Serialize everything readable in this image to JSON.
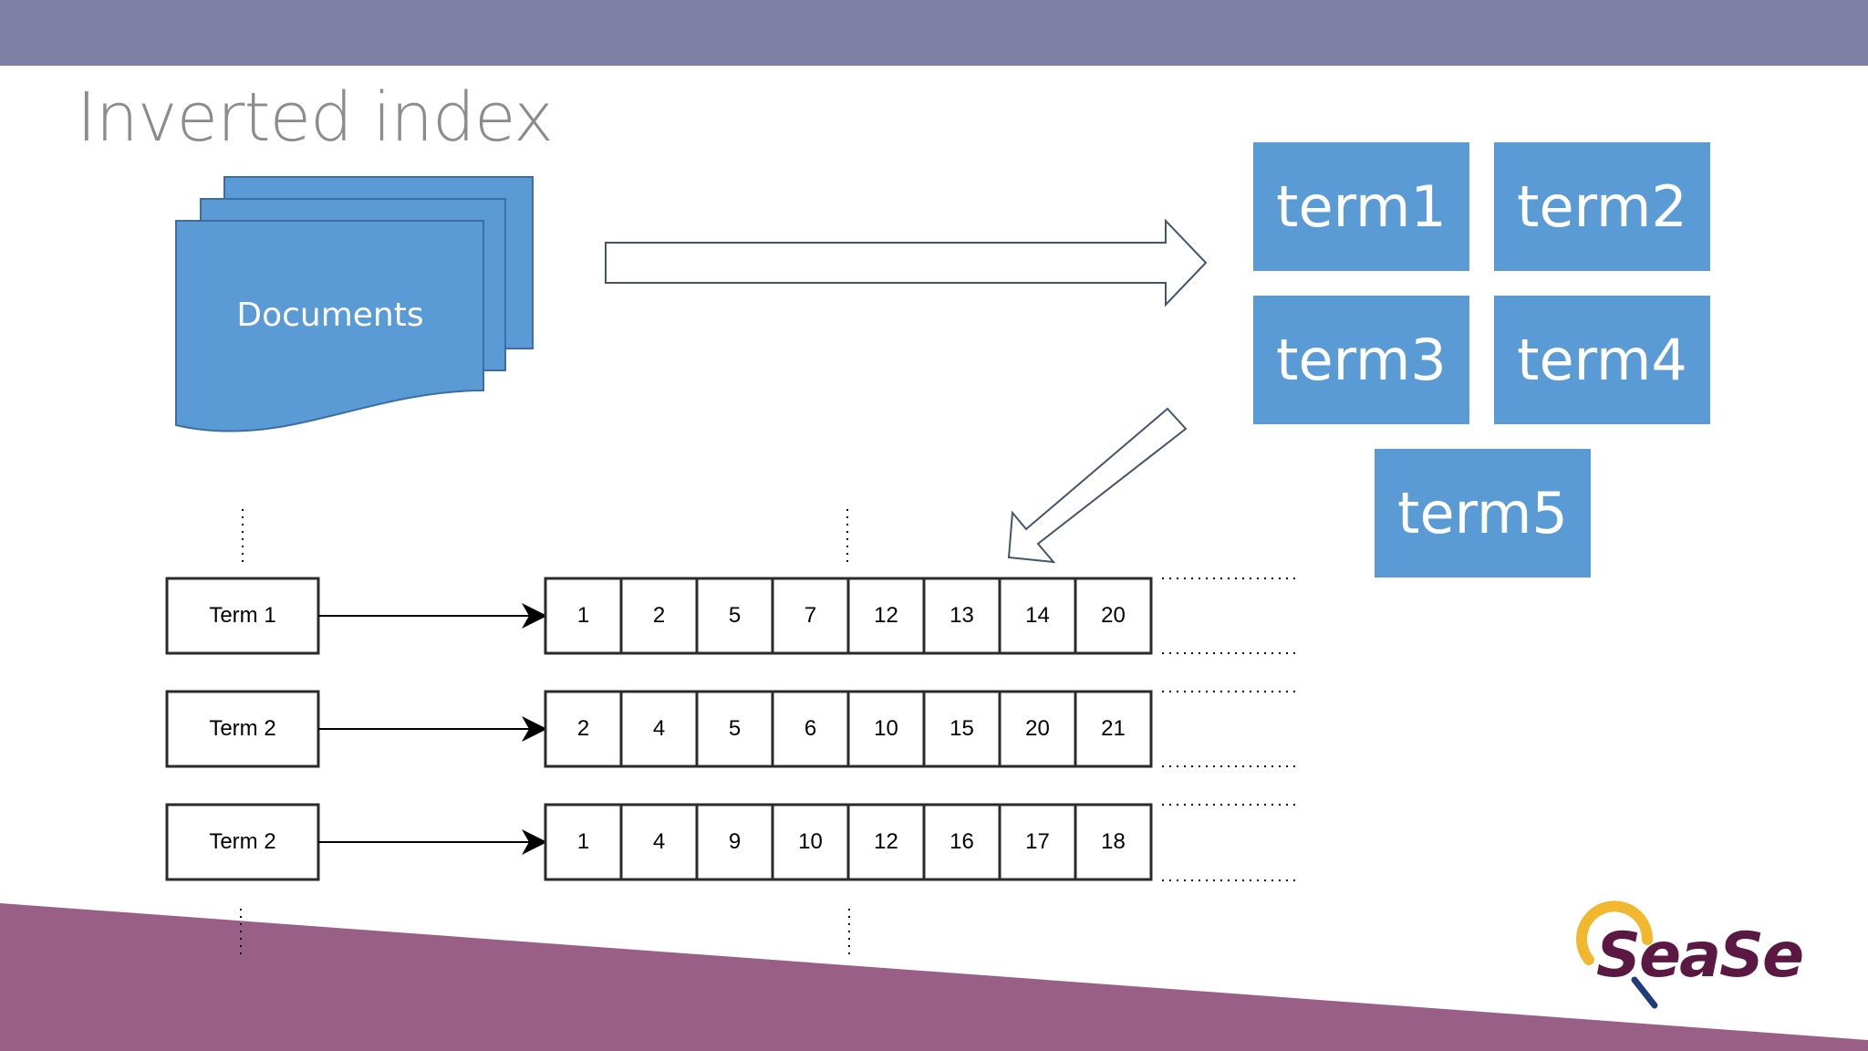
{
  "slide": {
    "title": "Inverted index",
    "documents_label": "Documents",
    "terms": [
      "term1",
      "term2",
      "term3",
      "term4",
      "term5"
    ],
    "postings": [
      {
        "term": "Term 1",
        "docs": [
          "1",
          "2",
          "5",
          "7",
          "12",
          "13",
          "14",
          "20"
        ]
      },
      {
        "term": "Term 2",
        "docs": [
          "2",
          "4",
          "5",
          "6",
          "10",
          "15",
          "20",
          "21"
        ]
      },
      {
        "term": "Term 2",
        "docs": [
          "1",
          "4",
          "9",
          "10",
          "12",
          "16",
          "17",
          "18"
        ]
      }
    ],
    "logo": "SeaSe"
  },
  "colors": {
    "topbar": "#7f7fa6",
    "footer_band": "#9a5f86",
    "term_box": "#5b9bd5",
    "document": "#5b9bd5",
    "logo_text": "#5a1842",
    "logo_ring": "#f0b72f"
  }
}
